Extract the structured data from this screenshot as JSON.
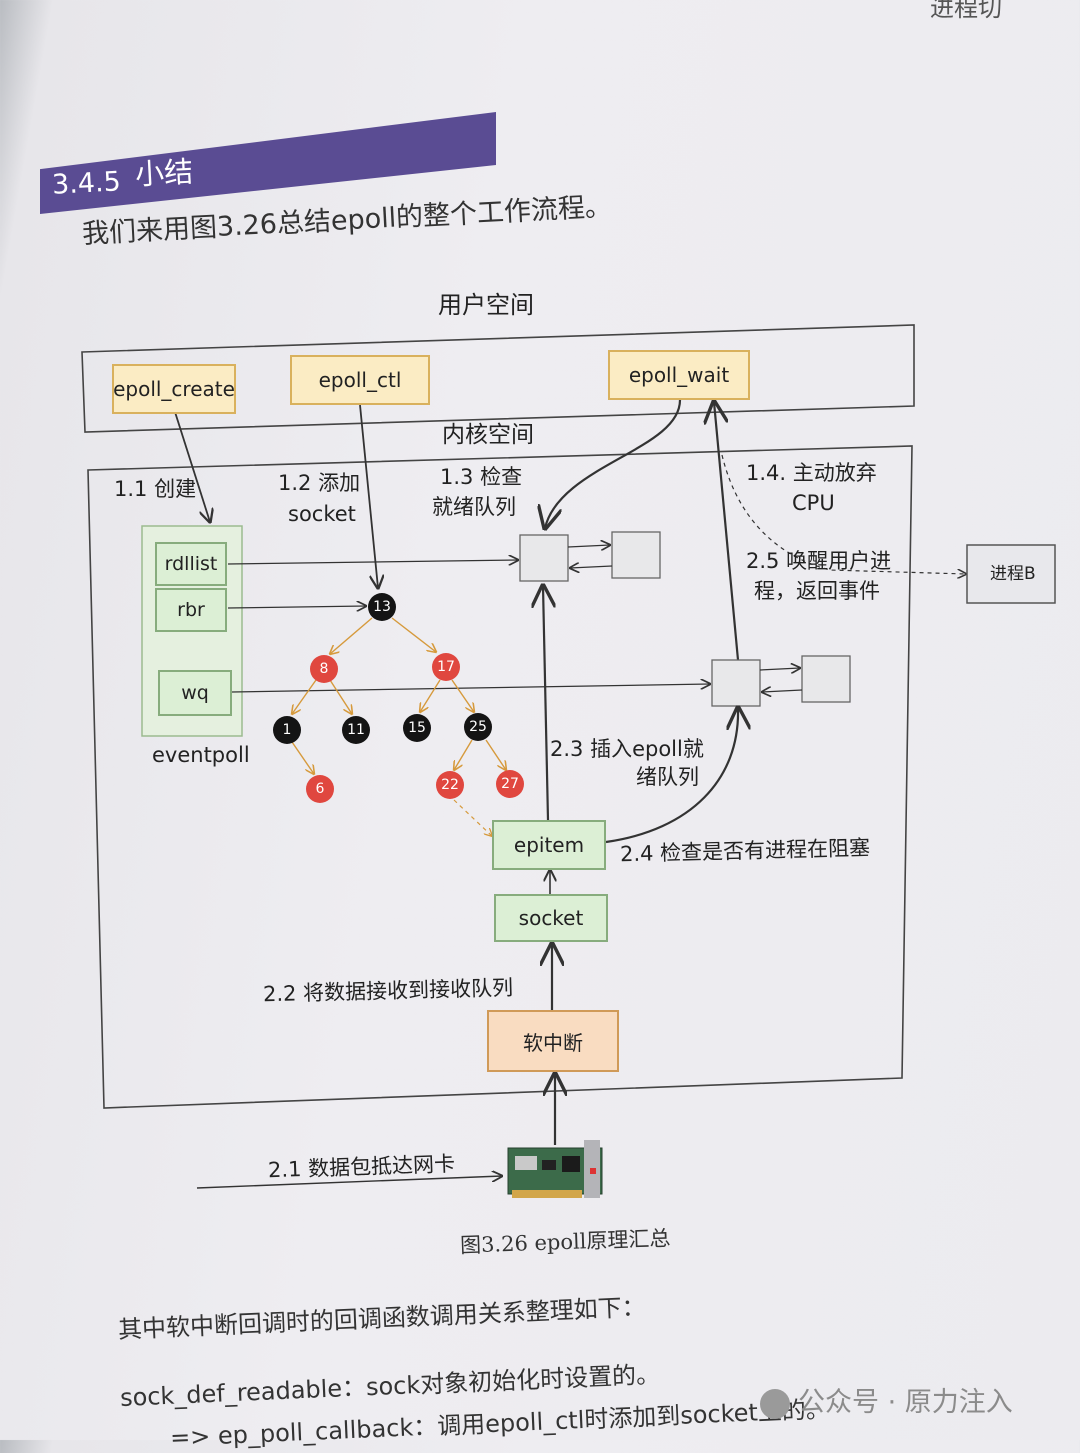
{
  "header": {
    "top_corner": "进程切",
    "section_number": "3.4.5",
    "section_title": "小结"
  },
  "intro_text": "我们来用图3.26总结epoll的整个工作流程。",
  "diagram": {
    "user_space_label": "用户空间",
    "kernel_space_label": "内核空间",
    "functions": [
      "epoll_create",
      "epoll_ctl",
      "epoll_wait"
    ],
    "eventpoll": {
      "fields": [
        "rdllist",
        "rbr",
        "wq"
      ],
      "label": "eventpoll"
    },
    "steps": {
      "s1_1": "1.1 创建",
      "s1_2_a": "1.2 添加",
      "s1_2_b": "socket",
      "s1_3_a": "1.3 检查",
      "s1_3_b": "就绪队列",
      "s1_4_a": "1.4. 主动放弃",
      "s1_4_b": "CPU",
      "s2_5_a": "2.5 唤醒用户进",
      "s2_5_b": "程，返回事件",
      "s2_3_a": "2.3 插入epoll就",
      "s2_3_b": "绪队列",
      "s2_4": "2.4 检查是否有进程在阻塞",
      "s2_2": "2.2 将数据接收到接收队列",
      "s2_1": "2.1 数据包抵达网卡"
    },
    "boxes": {
      "epitem": "epitem",
      "socket": "socket",
      "softirq": "软中断",
      "process_b": "进程B"
    },
    "tree_nodes": [
      "13",
      "8",
      "17",
      "1",
      "11",
      "15",
      "25",
      "6",
      "22",
      "27"
    ],
    "colors": {
      "node_red": "#e0473f",
      "node_black": "#141414",
      "section_band": "#5a4c93"
    },
    "icon": "network-card-icon"
  },
  "caption": "图3.26   epoll原理汇总",
  "body": {
    "line1": "其中软中断回调时的回调函数调用关系整理如下：",
    "line2": "sock_def_readable：sock对象初始化时设置的。",
    "line3": "=> ep_poll_callback：调用epoll_ctl时添加到socket上的。"
  },
  "watermark": "公众号 · 原力注入"
}
